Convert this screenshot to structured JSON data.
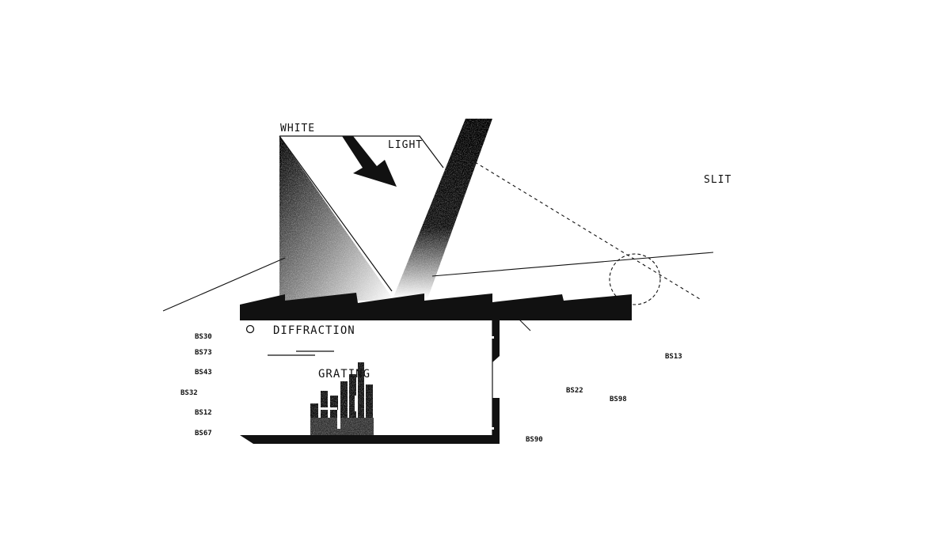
{
  "labels": {
    "white": "WHITE",
    "light": "LIGHT",
    "slit": "SLIT",
    "diffraction": "DIFFRACTION",
    "grating": "GRATING"
  },
  "codes": {
    "bs30": "BS30",
    "bs73": "BS73",
    "bs43": "BS43",
    "bs32": "BS32",
    "bs12": "BS12",
    "bs67": "BS67",
    "bs13": "BS13",
    "bs22": "BS22",
    "bs98": "BS98",
    "bs90": "BS90"
  },
  "colors": {
    "ink": "#111111",
    "paper": "#ffffff"
  }
}
